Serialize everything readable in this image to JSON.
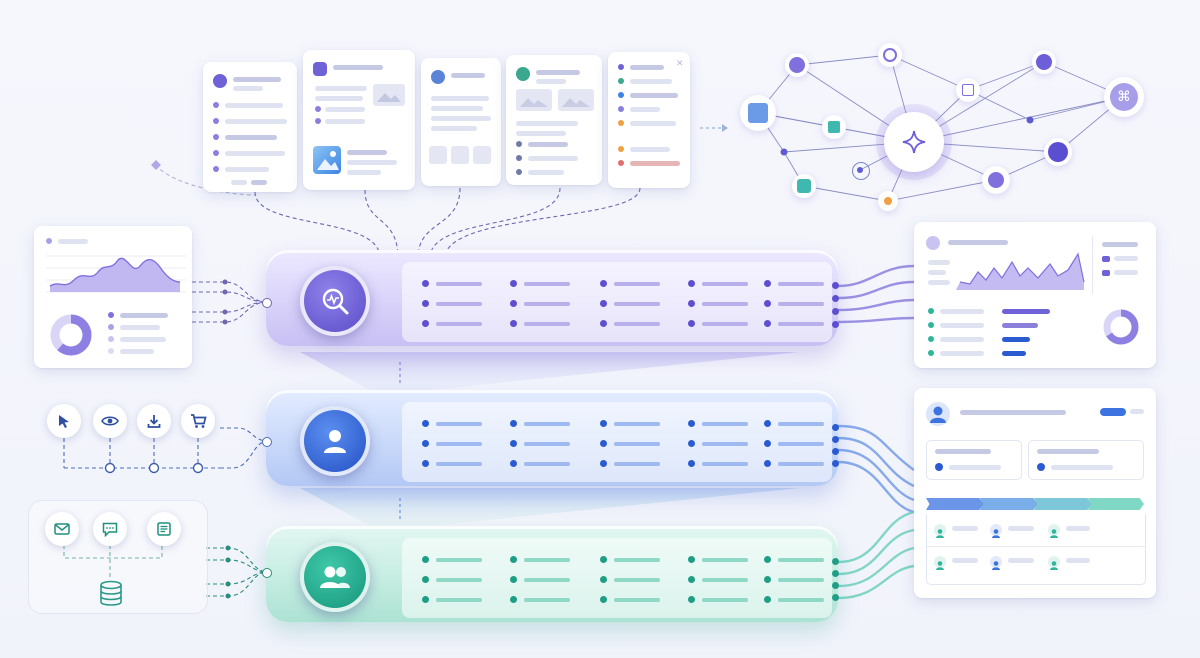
{
  "colors": {
    "violet": "#7d6fe0",
    "violet_dark": "#5d4fd0",
    "blue": "#3d73e0",
    "blue_dark": "#2a5bd0",
    "teal": "#2fb59a",
    "teal_dark": "#1f9e86",
    "line": "#9aa3c8"
  },
  "layers": [
    {
      "name": "analysis-layer",
      "icon": "analytics-magnifier-icon"
    },
    {
      "name": "user-layer",
      "icon": "user-icon"
    },
    {
      "name": "team-layer",
      "icon": "users-group-icon"
    }
  ],
  "icons": {
    "top_docs": [
      "document-card-icon",
      "image-icon",
      "gallery-icon",
      "list-card-icon",
      "checklist-card-icon"
    ],
    "behavior": [
      "cursor-icon",
      "eye-icon",
      "download-icon",
      "cart-icon"
    ],
    "channels": [
      "mail-icon",
      "chat-icon",
      "form-icon",
      "database-icon"
    ],
    "network_center": "sparkle-icon"
  }
}
